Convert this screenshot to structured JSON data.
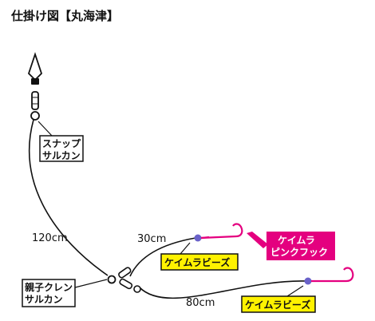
{
  "title": "仕掛け図【丸海津】",
  "labels": {
    "snap_line1": "スナップ",
    "snap_line2": "サルカン",
    "len_main": "120cm",
    "len_short": "30cm",
    "len_long": "80cm",
    "beads1": "ケイムラビーズ",
    "beads2": "ケイムラビーズ",
    "hook_line1": "ケイムラ",
    "hook_line2": "ピンクフック",
    "swivel_line1": "親子クレン",
    "swivel_line2": "サルカン"
  },
  "colors": {
    "line": "#111111",
    "label_yellow": "#fff200",
    "label_magenta": "#e4007f",
    "hook": "#e4007f",
    "bead": "#6a62c9"
  }
}
